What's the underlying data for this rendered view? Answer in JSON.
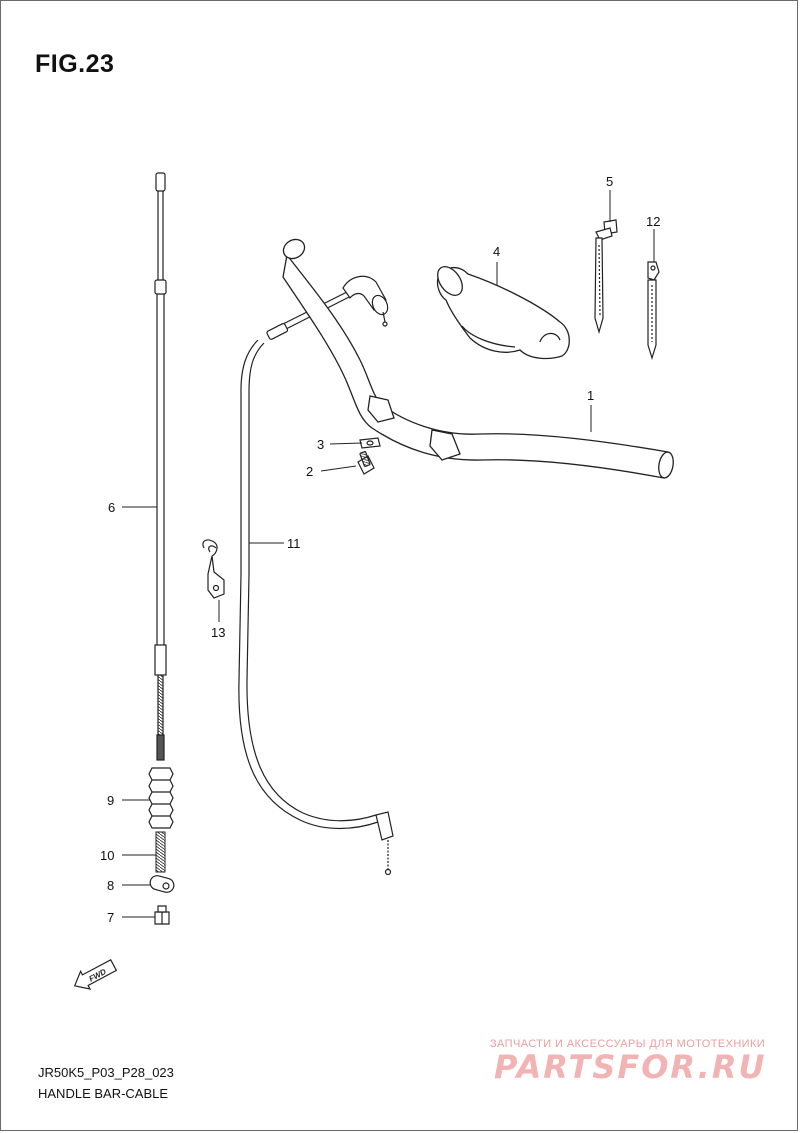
{
  "figure": {
    "title": "FIG.23"
  },
  "parts": [
    {
      "number": "1",
      "name": "handlebar"
    },
    {
      "number": "2",
      "name": "bolt"
    },
    {
      "number": "3",
      "name": "washer"
    },
    {
      "number": "4",
      "name": "handlebar-cover"
    },
    {
      "number": "5",
      "name": "cable-tie"
    },
    {
      "number": "6",
      "name": "speedometer-cable"
    },
    {
      "number": "7",
      "name": "nut"
    },
    {
      "number": "8",
      "name": "cable-end-fitting"
    },
    {
      "number": "9",
      "name": "rubber-boot"
    },
    {
      "number": "10",
      "name": "spring"
    },
    {
      "number": "11",
      "name": "throttle-cable"
    },
    {
      "number": "12",
      "name": "clamp-tie"
    },
    {
      "number": "13",
      "name": "cable-guide"
    }
  ],
  "fwd_label": "FWD",
  "footer": {
    "code": "JR50K5_P03_P28_023",
    "caption": "HANDLE BAR-CABLE"
  },
  "watermark": {
    "tagline": "ЗАПЧАСТИ И АКСЕССУАРЫ ДЛЯ МОТОТЕХНИКИ",
    "logo": "PARTSFOR.RU",
    "color": "#f1b3b3"
  }
}
